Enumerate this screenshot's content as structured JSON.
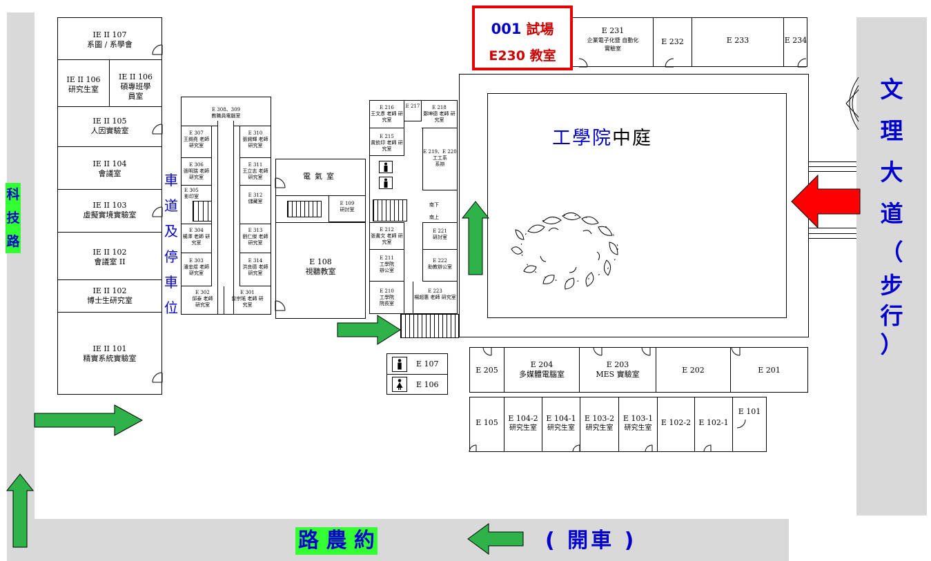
{
  "roads": {
    "left_road": [
      "科",
      "技",
      "路"
    ],
    "right_road": [
      "文",
      "理",
      "大",
      "道",
      "（",
      "步",
      "行",
      "）"
    ],
    "bottom_road": {
      "name": "路 農 約",
      "note": "( 開車 )"
    },
    "driveway": [
      "車",
      "道",
      "及",
      "停",
      "車",
      "位"
    ]
  },
  "exam_site": {
    "line1_num": "001",
    "line1_text": " 試場",
    "line2": "E230 教室"
  },
  "courtyard": {
    "title_blue": "工學院",
    "title_black": "中庭"
  },
  "left_building": [
    {
      "code": "IE II 107",
      "name": "系圖 / 系學會"
    },
    {
      "code": "IE II 106",
      "name": "研究生室"
    },
    {
      "code": "IE II 106",
      "name": "碩專班學員室"
    },
    {
      "code": "IE II 105",
      "name": "人因實驗室"
    },
    {
      "code": "IE II 104",
      "name": "會議室"
    },
    {
      "code": "IE II 103",
      "name": "虛擬實境實驗室"
    },
    {
      "code": "IE II 102",
      "name": "會議室 II"
    },
    {
      "code": "IE II 102",
      "name": "博士生研究室"
    },
    {
      "code": "IE II 101",
      "name": "精實系統實驗室"
    }
  ],
  "office_block": [
    {
      "code": "E 308、309",
      "name": "教職員電腦室"
    },
    {
      "code": "E 307",
      "name": "王錫堯 老師 研究室"
    },
    {
      "code": "E 310",
      "name": "張錫輝 老師 研究室"
    },
    {
      "code": "E 306",
      "name": "張明瑞 老師 研究室"
    },
    {
      "code": "E 311",
      "name": "王立志 老師 研究室"
    },
    {
      "code": "E 305",
      "name": "影印室"
    },
    {
      "code": "E 312",
      "name": "儲藏室"
    },
    {
      "code": "E 304",
      "name": "楊澤 老師 研究室"
    },
    {
      "code": "E 313",
      "name": "劉仁傑 老師 研究室"
    },
    {
      "code": "E 303",
      "name": "潘忠煜 老師 研究室"
    },
    {
      "code": "E 314",
      "name": "洪良德 老師 研究室"
    },
    {
      "code": "E 302",
      "name": "邱泰 老師 研究室"
    },
    {
      "code": "E 301",
      "name": "曾宗瑤 老師 研究室"
    }
  ],
  "middle_block": [
    {
      "code": "",
      "name": "電氣室"
    },
    {
      "code": "E 109",
      "name": "研討室"
    },
    {
      "code": "E 108",
      "name": "視聽教室"
    }
  ],
  "center_block": [
    {
      "code": "E 216",
      "name": "王文彥 老師 研究室"
    },
    {
      "code": "E 217",
      "name": ""
    },
    {
      "code": "E 218",
      "name": "鄭坤德 老師 研究室"
    },
    {
      "code": "E 215",
      "name": "黃欽印 老師 研究室"
    },
    {
      "code": "E 219、E 220",
      "name": "工工系 系辦"
    },
    {
      "code": "E 212",
      "name": "張書文 老師 研究室"
    },
    {
      "code": "E 221",
      "name": "研討室"
    },
    {
      "code": "E 211",
      "name": "工學院 辦公室"
    },
    {
      "code": "E 222",
      "name": "助教辦公室"
    },
    {
      "code": "E 210",
      "name": "工學院 院長室"
    },
    {
      "code": "E 223",
      "name": "楊超惠 老師 研究室"
    },
    {
      "code": "",
      "name": "南下"
    },
    {
      "code": "",
      "name": "南上"
    }
  ],
  "restrooms": [
    {
      "code": "E 107"
    },
    {
      "code": "E 106"
    }
  ],
  "top_row": [
    {
      "code": "E 231",
      "name": "企業電子化暨 自動化實驗室"
    },
    {
      "code": "E 232",
      "name": ""
    },
    {
      "code": "E 233",
      "name": ""
    },
    {
      "code": "E 234",
      "name": ""
    }
  ],
  "row_200": [
    {
      "code": "E 205",
      "name": ""
    },
    {
      "code": "E 204",
      "name": "多媒體電腦室"
    },
    {
      "code": "E 203",
      "name": "MES 實驗室"
    },
    {
      "code": "E 202",
      "name": ""
    },
    {
      "code": "E 201",
      "name": ""
    }
  ],
  "row_100": [
    {
      "code": "E 105",
      "name": ""
    },
    {
      "code": "E 104-2",
      "name": "研究生室"
    },
    {
      "code": "E 104-1",
      "name": "研究生室"
    },
    {
      "code": "E 103-2",
      "name": "研究生室"
    },
    {
      "code": "E 103-1",
      "name": "研究生室"
    },
    {
      "code": "E 102-2",
      "name": ""
    },
    {
      "code": "E 102-1",
      "name": ""
    },
    {
      "code": "E 101",
      "name": ""
    }
  ],
  "colors": {
    "road": "#d9d9d9",
    "arrow_green": "#2db34a",
    "arrow_red": "#ff0000",
    "blue_text": "#0000cc",
    "highlight": "#33ff33",
    "exam_border": "#e60000"
  }
}
